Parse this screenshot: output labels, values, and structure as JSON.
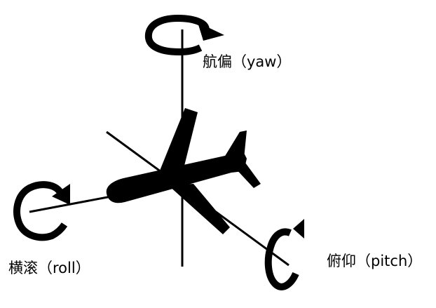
{
  "labels": {
    "yaw": "航偏（yaw）",
    "roll": "横滚（roll）",
    "pitch": "俯仰（pitch）"
  },
  "colors": {
    "ink": "#000000",
    "background": "#ffffff"
  },
  "icons": {
    "airplane": "airplane-icon",
    "yaw_rotation": "rotation-arrow-icon",
    "roll_rotation": "rotation-arrow-icon",
    "pitch_rotation": "rotation-arrow-icon"
  }
}
